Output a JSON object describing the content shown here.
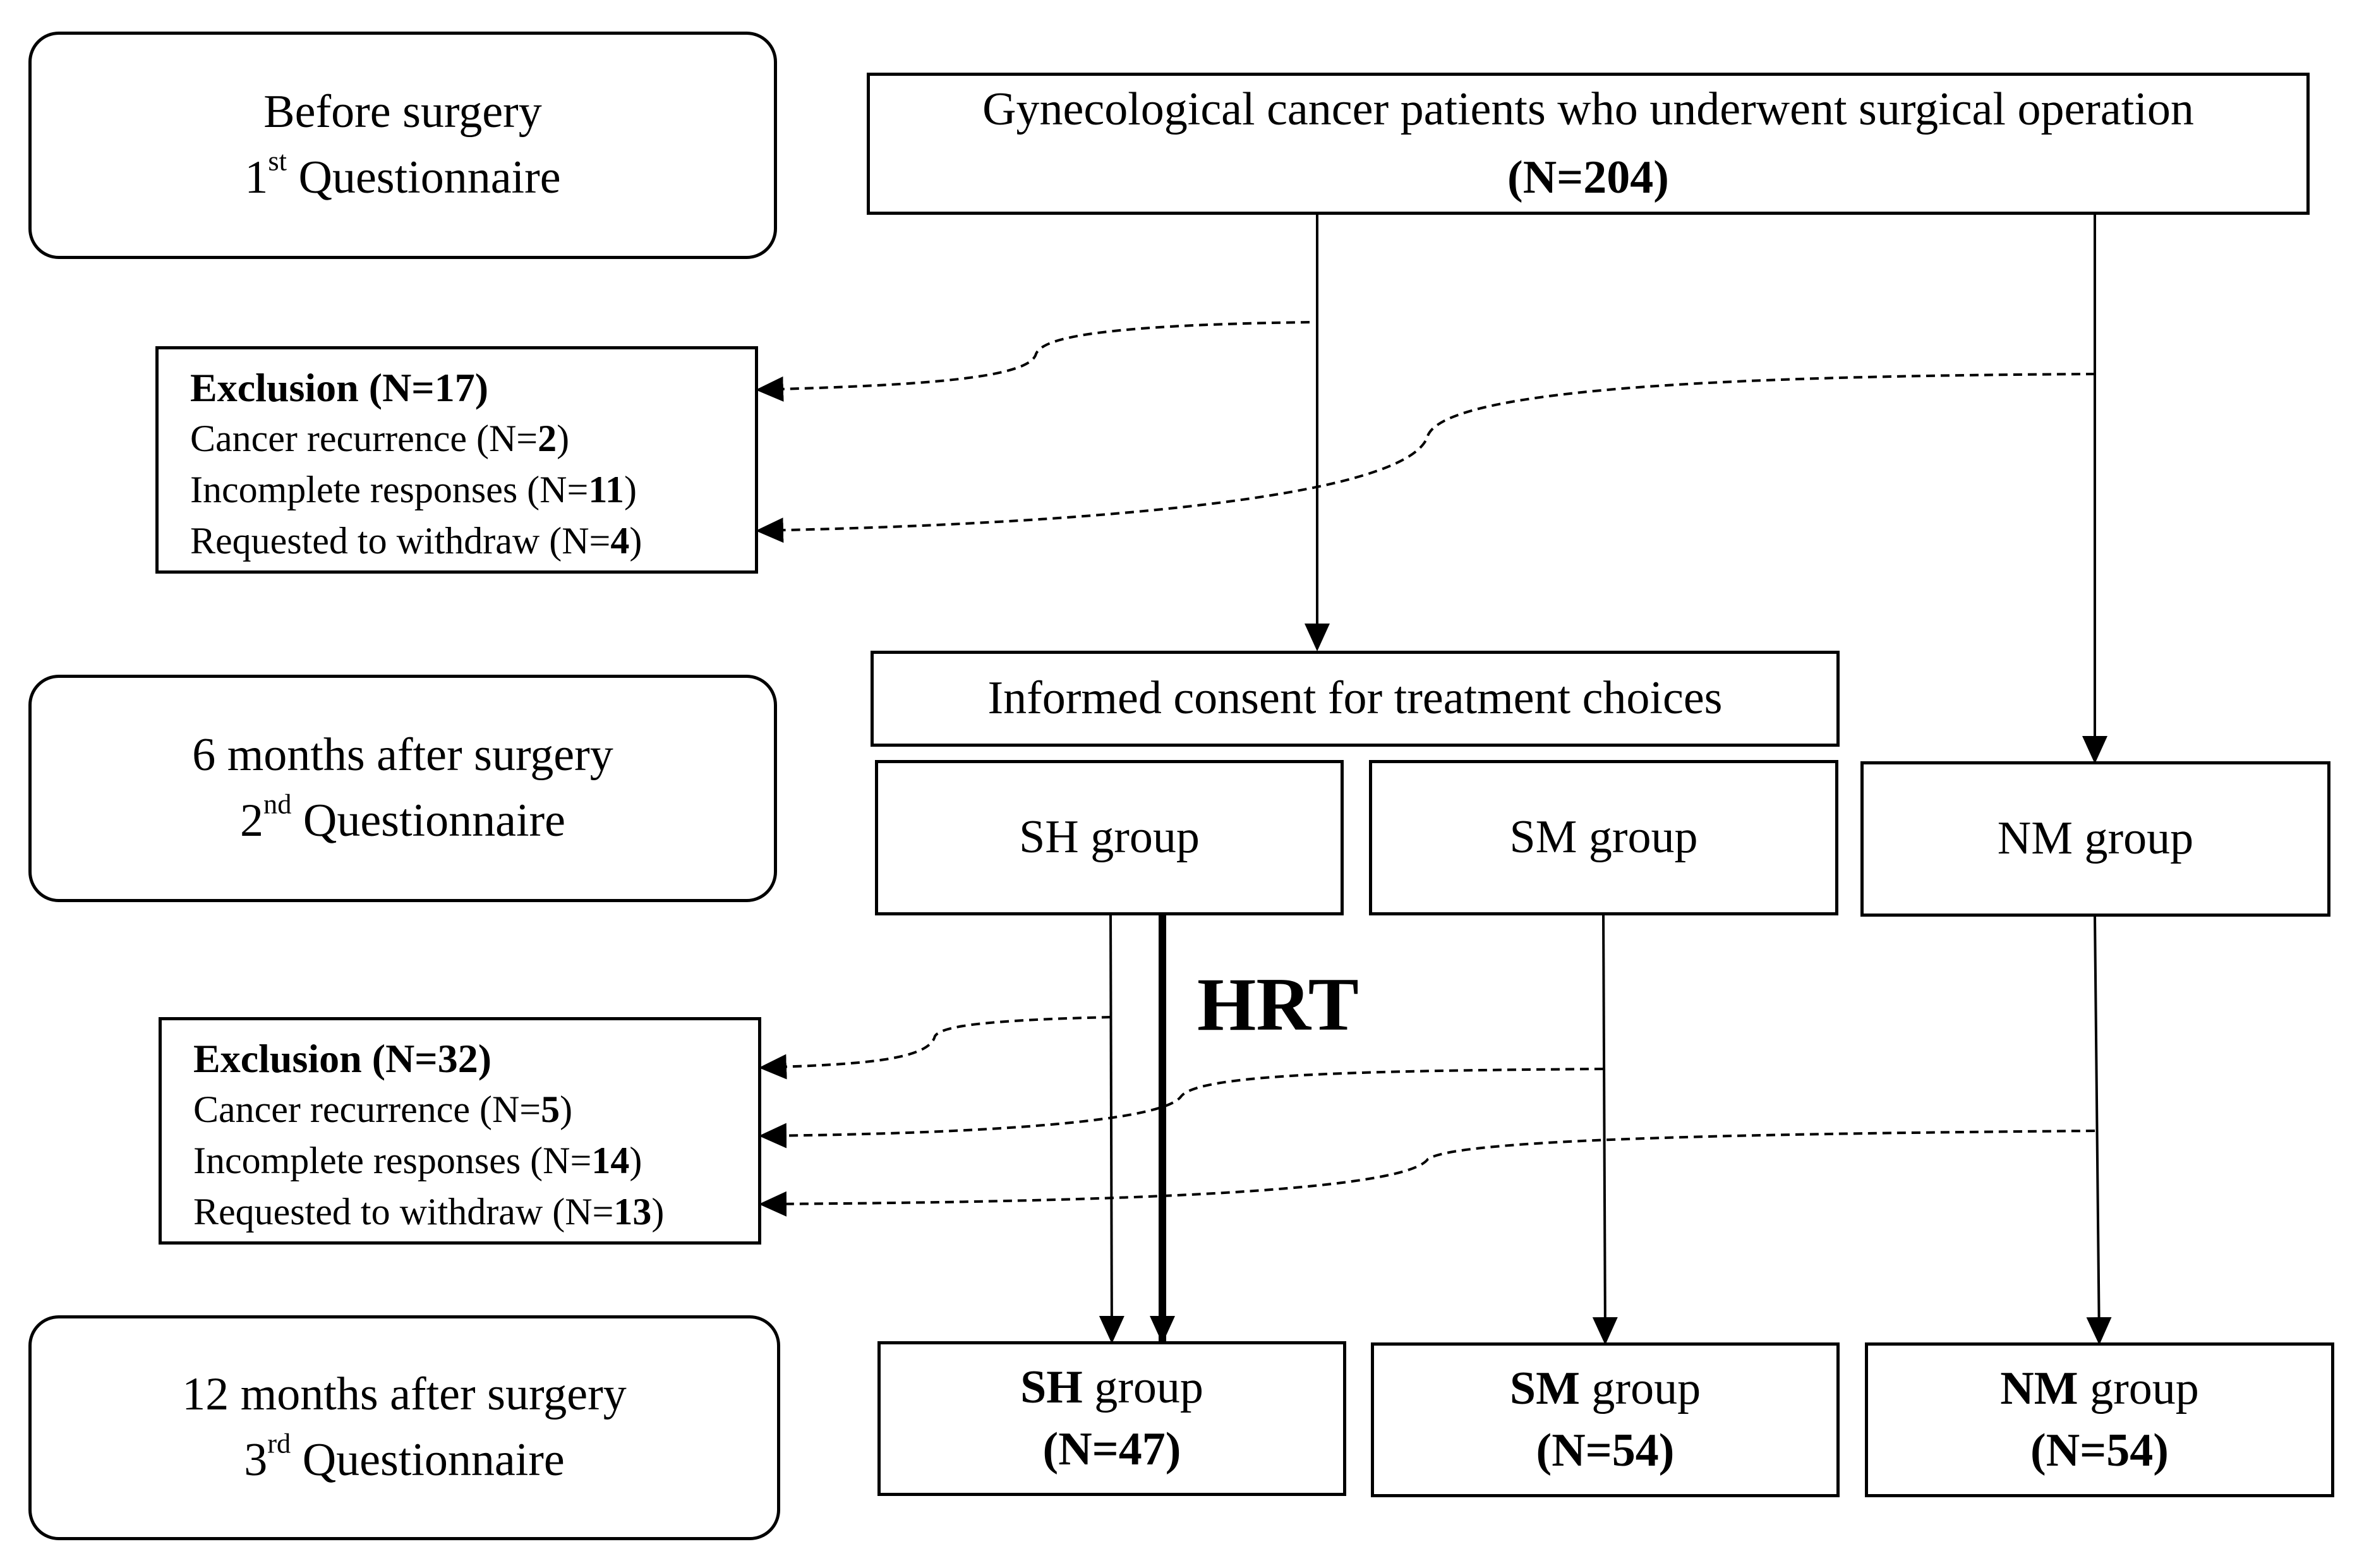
{
  "stages": [
    {
      "title": "Before surgery",
      "ordinal": "1",
      "suffix": "st",
      "label": "Questionnaire"
    },
    {
      "title": "6 months after surgery",
      "ordinal": "2",
      "suffix": "nd",
      "label": "Questionnaire"
    },
    {
      "title": "12 months after surgery",
      "ordinal": "3",
      "suffix": "rd",
      "label": "Questionnaire"
    }
  ],
  "top": {
    "title": "Gynecological cancer patients who underwent surgical operation",
    "n": "(N=204)"
  },
  "consent": "Informed consent for treatment choices",
  "groups_mid": [
    "SH group",
    "SM group",
    "NM group"
  ],
  "groups_final": [
    {
      "abbr": "SH",
      "rest": " group",
      "n": "(N=47)"
    },
    {
      "abbr": "SM",
      "rest": " group",
      "n": "(N=54)"
    },
    {
      "abbr": "NM",
      "rest": " group",
      "n": "(N=54)"
    }
  ],
  "hrt": "HRT",
  "exclusion1": {
    "head": "Exclusion (N=17)",
    "items": [
      {
        "label": "Cancer recurrence (N=",
        "n": "2",
        "close": ")"
      },
      {
        "label": "Incomplete responses (N=",
        "n": "11",
        "close": ")"
      },
      {
        "label": "Requested to withdraw (N=",
        "n": "4",
        "close": ")"
      }
    ]
  },
  "exclusion2": {
    "head": "Exclusion (N=32)",
    "items": [
      {
        "label": "Cancer recurrence (N=",
        "n": "5",
        "close": ")"
      },
      {
        "label": "Incomplete responses (N=",
        "n": "14",
        "close": ")"
      },
      {
        "label": "Requested to withdraw (N=",
        "n": "13",
        "close": ")"
      }
    ]
  }
}
